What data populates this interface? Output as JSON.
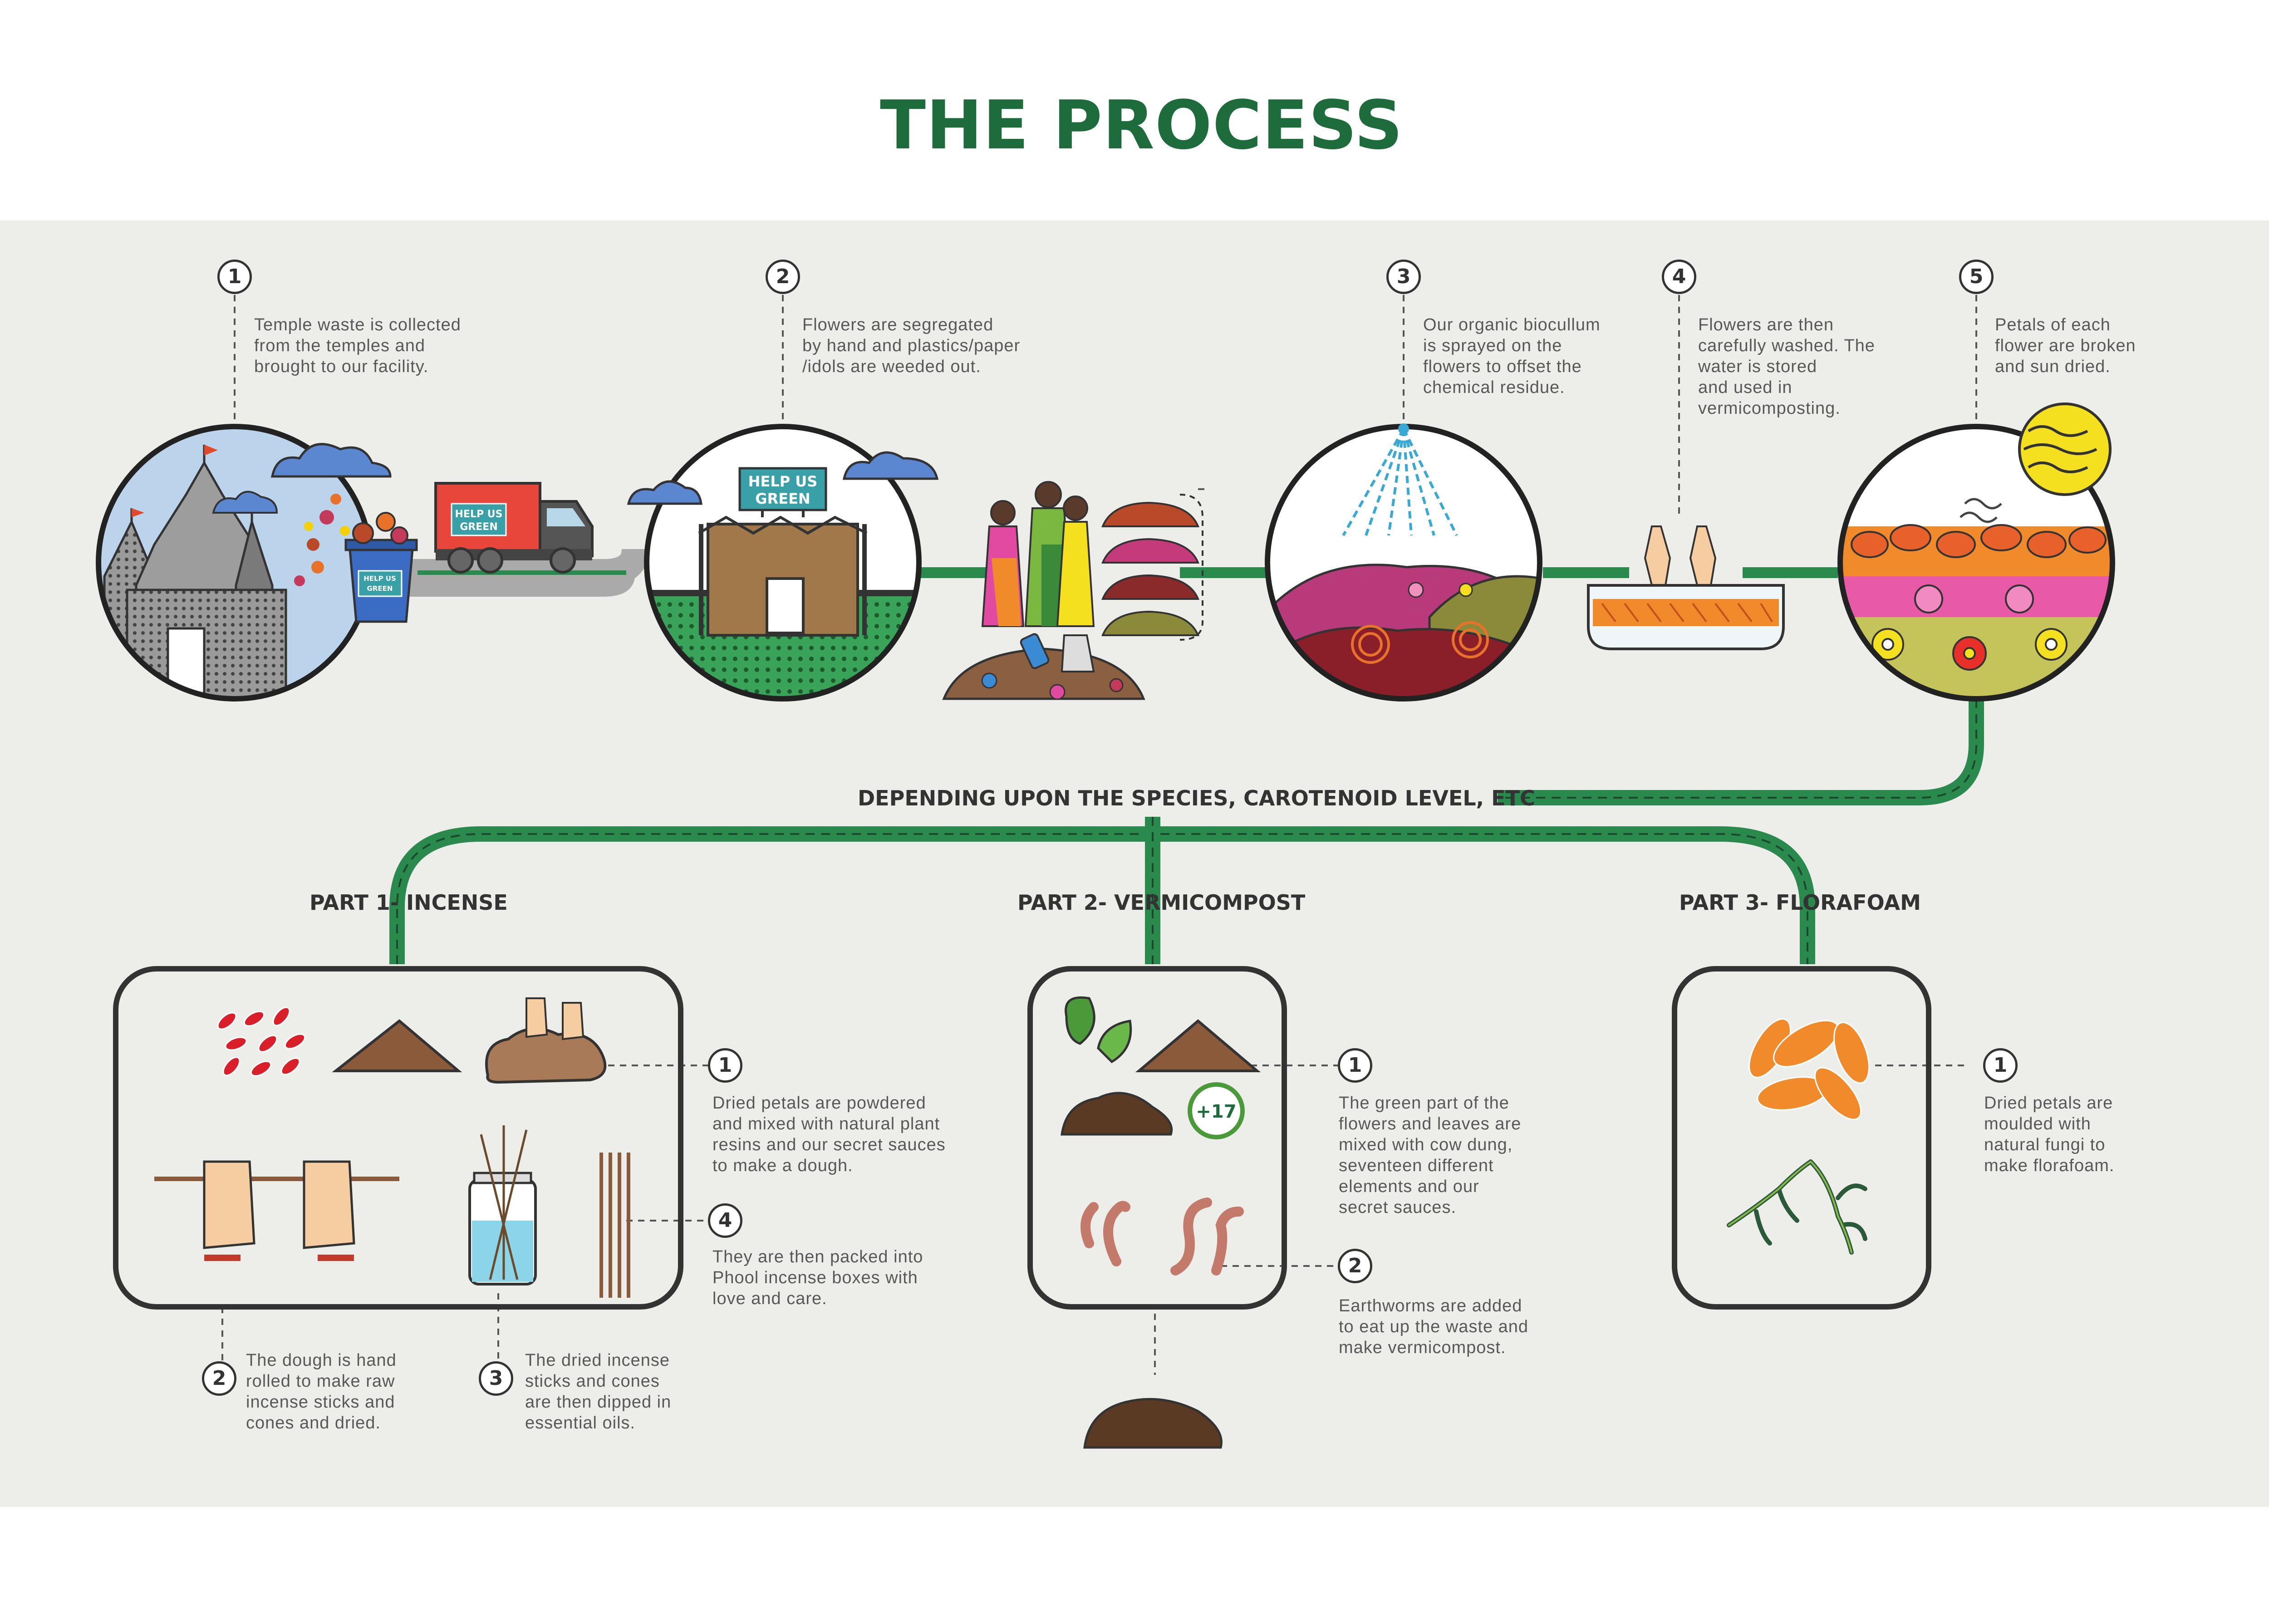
{
  "title": "THE PROCESS",
  "steps": [
    {
      "num": "1",
      "text": "Temple waste is collected\nfrom the temples and\nbrought to our facility."
    },
    {
      "num": "2",
      "text": "Flowers are segregated\nby hand and plastics/paper\n/idols are weeded out."
    },
    {
      "num": "3",
      "text": "Our organic biocullum\n is sprayed on the\nflowers to offset the\nchemical residue."
    },
    {
      "num": "4",
      "text": "Flowers are then\ncarefully washed. The\nwater is stored\nand used in\nvermicomposting."
    },
    {
      "num": "5",
      "text": "Petals of each\nflower are broken\nand sun dried."
    }
  ],
  "branch_label": "DEPENDING UPON THE SPECIES, CAROTENOID LEVEL, ETC",
  "parts": [
    {
      "title": "PART 1- INCENSE"
    },
    {
      "title": "PART 2- VERMICOMPOST"
    },
    {
      "title": "PART 3- FLORAFOAM"
    }
  ],
  "incense_steps": [
    {
      "num": "1",
      "text": "Dried petals are powdered\nand mixed with natural plant\nresins and our secret sauces\nto make a dough."
    },
    {
      "num": "2",
      "text": "The dough is hand\nrolled to make raw\nincense sticks and\ncones and dried."
    },
    {
      "num": "3",
      "text": "The dried incense\nsticks and cones\nare then dipped in\nessential oils."
    },
    {
      "num": "4",
      "text": "They are then packed into\nPhool incense boxes with\nlove and care."
    }
  ],
  "vermicompost_steps": [
    {
      "num": "1",
      "text": "The green part of the\nflowers and leaves are\nmixed with cow dung,\nseventeen different\nelements and our\nsecret sauces."
    },
    {
      "num": "2",
      "text": "Earthworms are added\nto eat up the waste and\nmake vermicompost."
    }
  ],
  "florafoam_steps": [
    {
      "num": "1",
      "text": "Dried petals are\nmoulded with\nnatural fungi to\nmake florafoam."
    }
  ],
  "signs": {
    "line1": "HELP  US",
    "line2": "GREEN"
  },
  "compost_badge": "+17",
  "colors": {
    "title_green": "#1e6b3c",
    "path_green": "#2a8a4e",
    "panel": "#edeee9",
    "outline": "#333333"
  },
  "icons": [
    "temple-icon",
    "cloud-icon",
    "bin-icon",
    "truck-icon",
    "facility-icon",
    "workers-icon",
    "waste-pile-icon",
    "sprayer-icon",
    "flower-hills-icon",
    "hands-icon",
    "wash-tub-icon",
    "sun-icon",
    "dried-flowers-icon",
    "petals-icon",
    "powder-icon",
    "dough-icon",
    "rolling-hands-icon",
    "oil-jar-icon",
    "incense-sticks-icon",
    "leaves-icon",
    "dung-icon",
    "worms-icon",
    "compost-icon",
    "fungi-icon"
  ]
}
